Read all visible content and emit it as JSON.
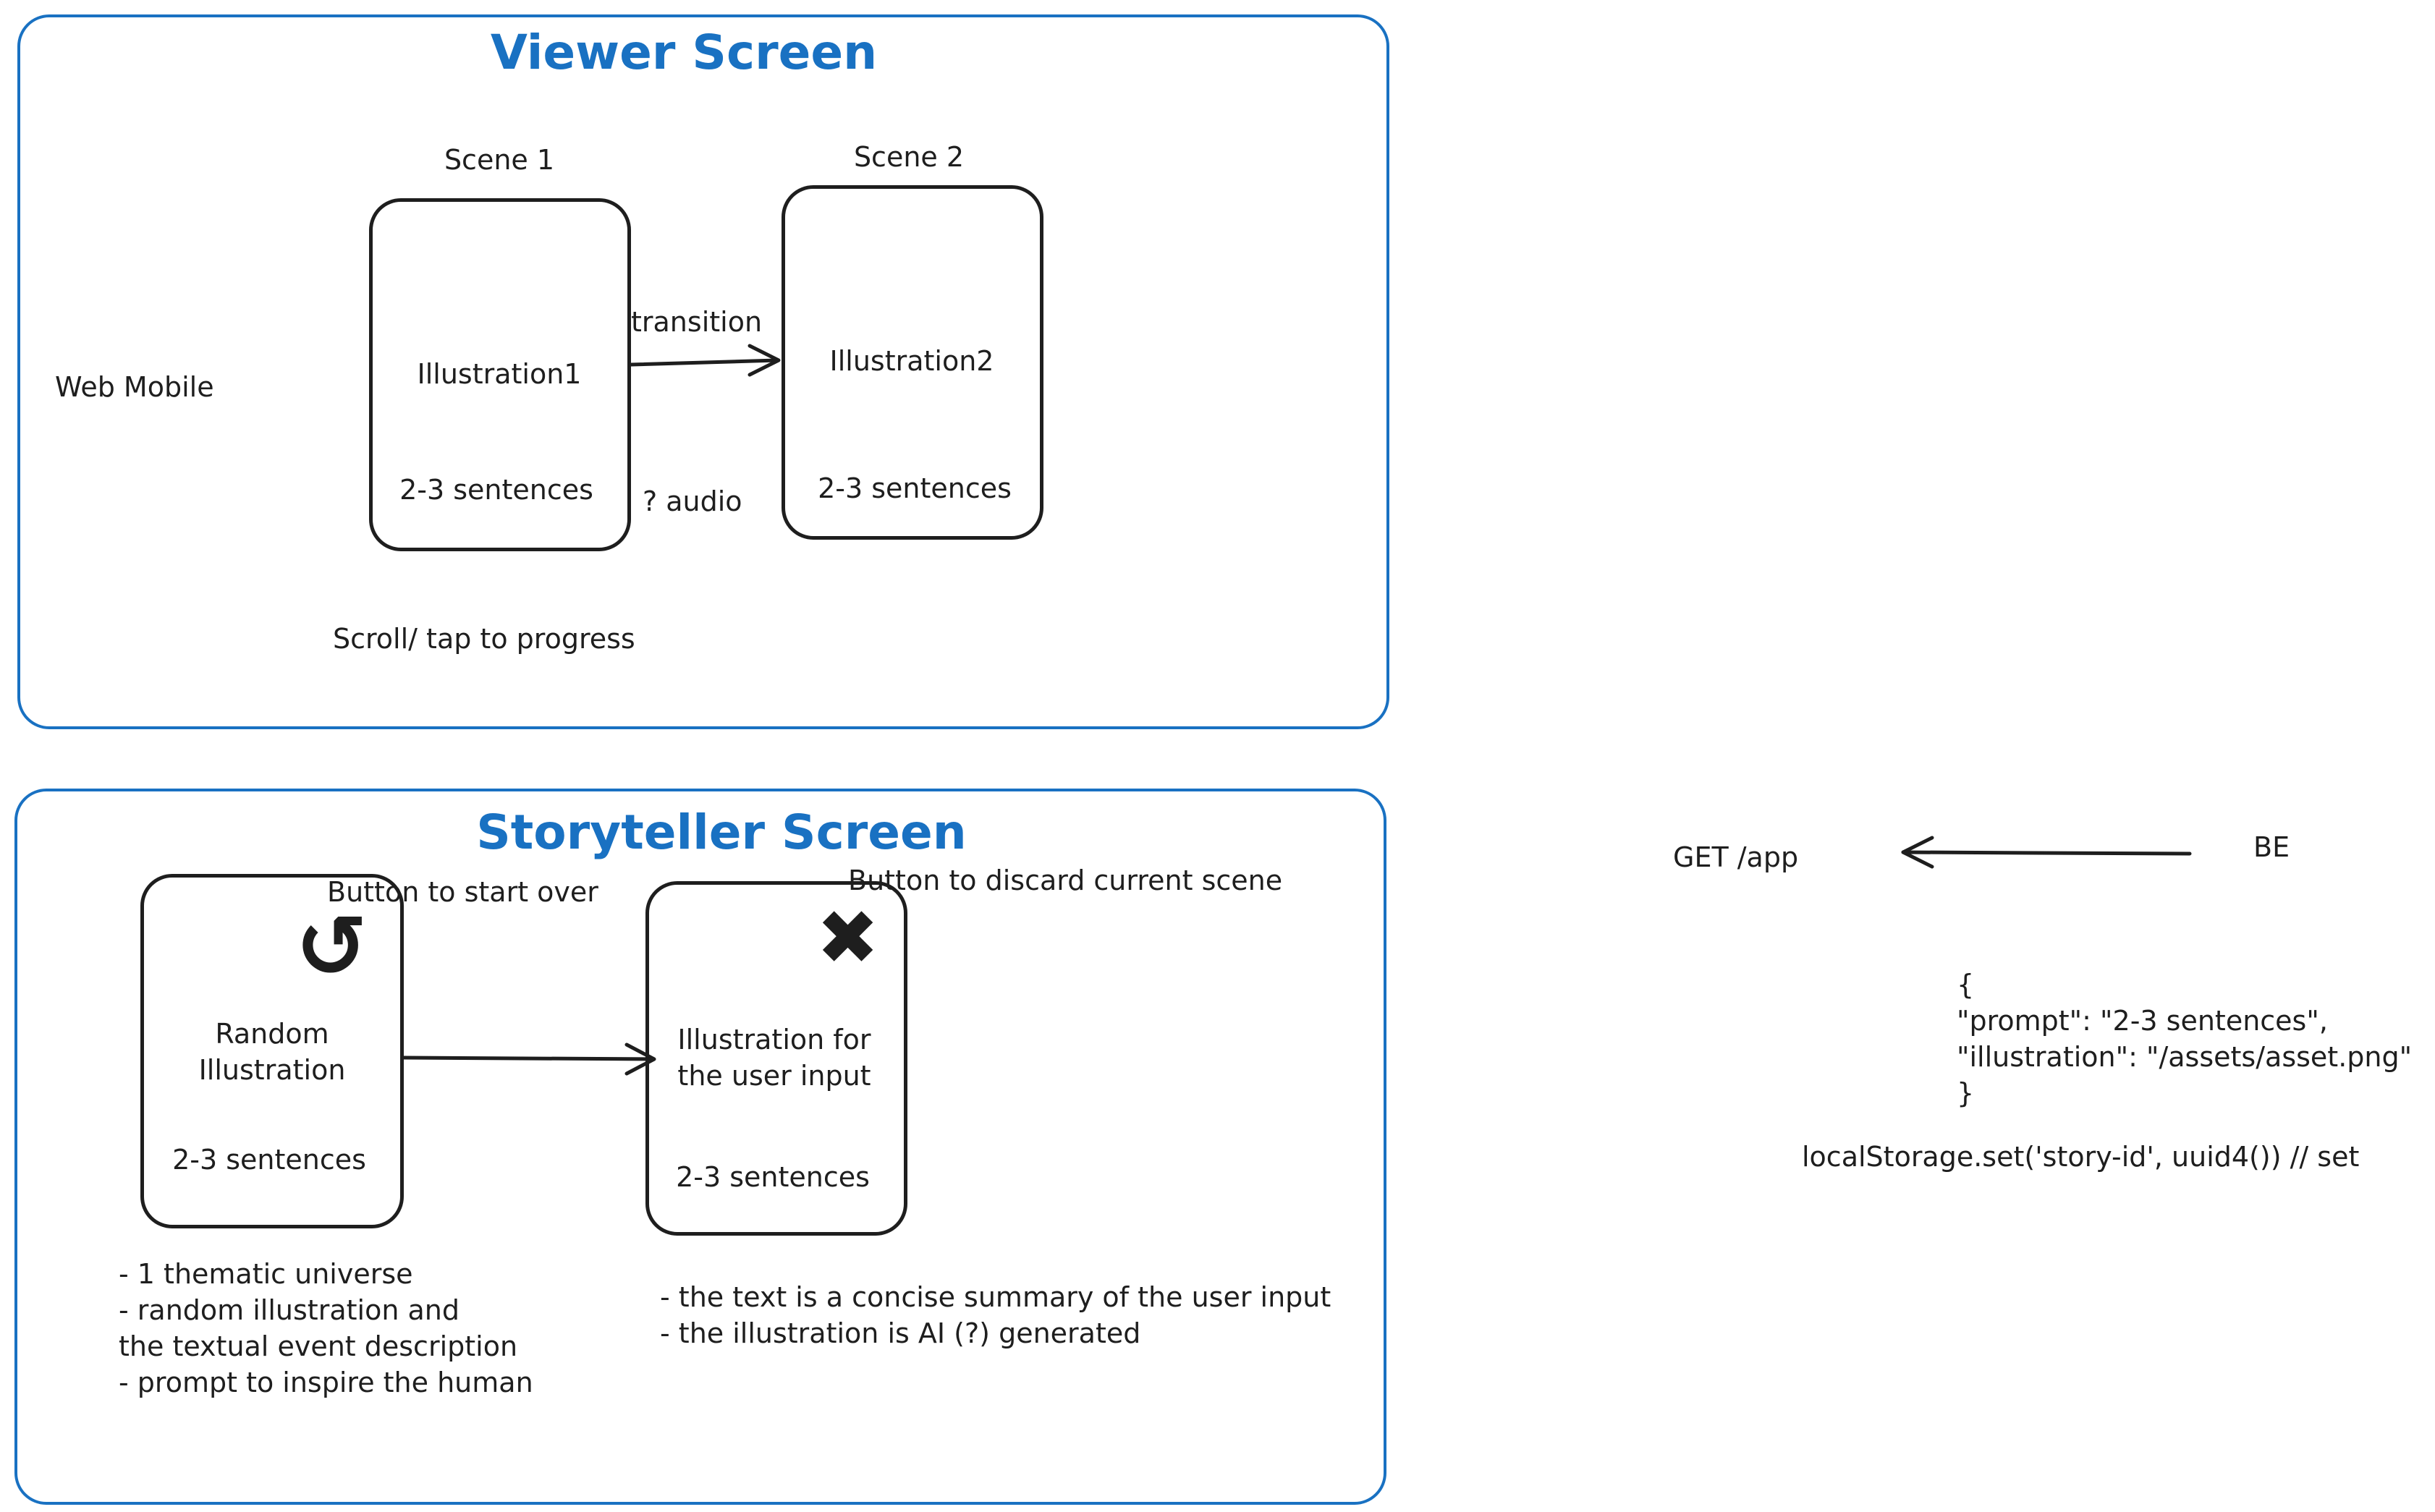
{
  "viewer": {
    "title": "Viewer Screen",
    "platform": "Web Mobile",
    "scene1": {
      "label": "Scene 1",
      "illustration": "Illustration1",
      "text": "2-3 sentences"
    },
    "scene2": {
      "label": "Scene 2",
      "illustration": "Illustration2",
      "text": "2-3 sentences"
    },
    "transition": "transition",
    "audio": "? audio",
    "progress": "Scroll/ tap to progress"
  },
  "storyteller": {
    "title": "Storyteller Screen",
    "start_over": "Button to start over",
    "discard": "Button to discard current scene",
    "card1": {
      "illustration": "Random\nIllustration",
      "text": "2-3 sentences"
    },
    "card2": {
      "illustration": "Illustration for\nthe user input",
      "text": "2-3 sentences"
    },
    "notes_left": "- 1 thematic universe\n- random illustration and\nthe textual event description\n- prompt to inspire the human",
    "notes_right": "- the text is a concise summary of the user input\n- the illustration is AI (?) generated"
  },
  "backend": {
    "endpoint": "GET /app",
    "source": "BE",
    "json": "{\n\"prompt\": \"2-3 sentences\",\n\"illustration\": \"/assets/asset.png\"\n}",
    "storage": "localStorage.set('story-id', uuid4()) // set"
  },
  "icons": {
    "restart": "restart-icon",
    "discard": "close-icon"
  },
  "colors": {
    "frame": "#1971c2",
    "stroke": "#1e1e1e"
  }
}
